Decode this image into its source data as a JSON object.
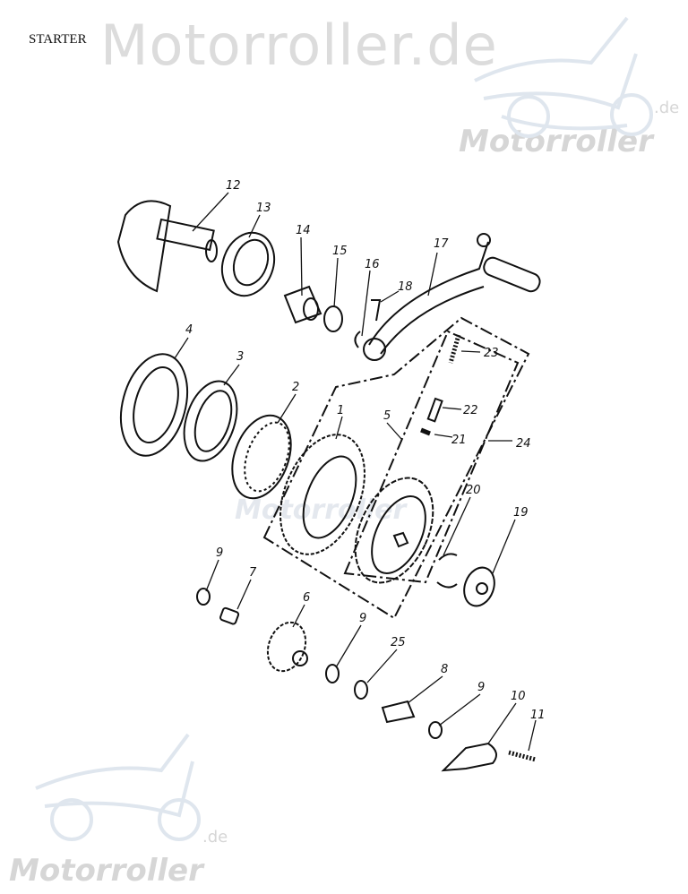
{
  "title": "STARTER",
  "watermark": {
    "text": "Motorroller.de",
    "logo_text": "Motorroller",
    "logo_suffix": ".de"
  },
  "part_labels": [
    "1",
    "2",
    "3",
    "4",
    "5",
    "6",
    "7",
    "8",
    "9",
    "9",
    "9",
    "10",
    "11",
    "12",
    "13",
    "14",
    "15",
    "16",
    "17",
    "18",
    "19",
    "20",
    "21",
    "22",
    "23",
    "24",
    "25"
  ]
}
